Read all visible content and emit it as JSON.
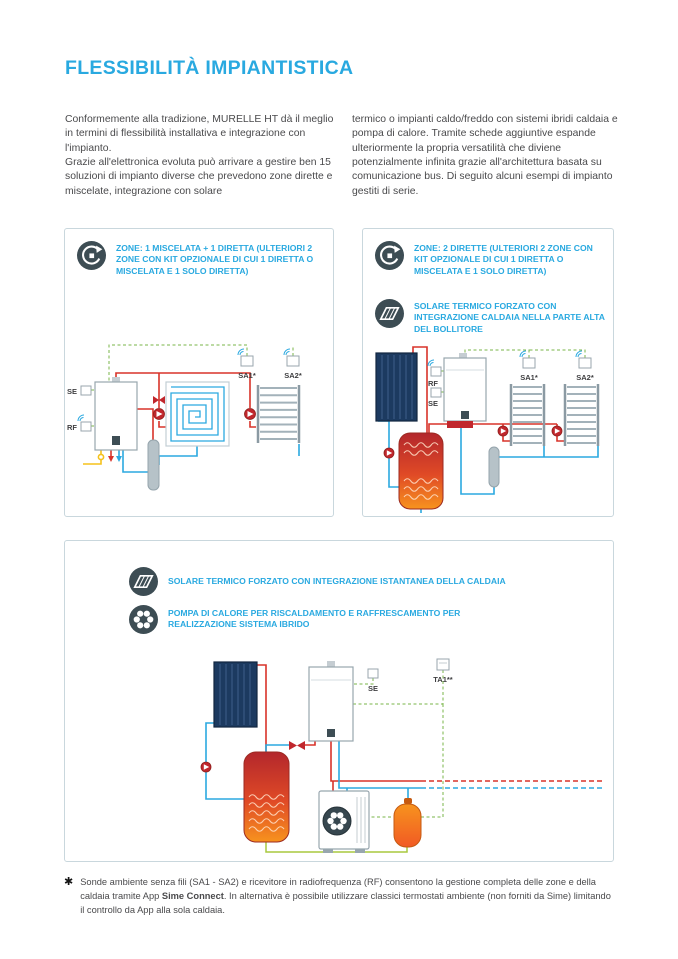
{
  "page": {
    "title": "FLESSIBILITÀ IMPIANTISTICA",
    "intro": {
      "left_p1": "Conformemente alla tradizione, MURELLE HT dà il meglio in termini di flessibilità installativa e integrazione con l'impianto.",
      "left_p2": "Grazie all'elettronica evoluta può arrivare a gestire ben 15 soluzioni di impianto diverse che prevedono zone dirette e miscelate, integrazione con solare",
      "right_p1": "termico o impianti caldo/freddo con sistemi ibridi caldaia e pompa di calore. Tramite schede aggiuntive espande ulteriormente la propria versatilità che diviene potenzialmente infinita grazie all'architettura basata su comunicazione bus. Di seguito alcuni esempi di impianto gestiti di serie."
    }
  },
  "boxes": {
    "box1": {
      "badge1": "ZONE: 1 MISCELATA + 1 DIRETTA (ULTERIORI 2 ZONE CON KIT OPZIONALE DI CUI 1 DIRETTA O MISCELATA E 1 SOLO DIRETTA)",
      "labels": {
        "sa1": "SA1*",
        "sa2": "SA2*",
        "se": "SE",
        "rf": "RF"
      }
    },
    "box2": {
      "badge1": "ZONE: 2 DIRETTE (ULTERIORI 2 ZONE CON KIT OPZIONALE DI CUI 1 DIRETTA O MISCELATA E 1 SOLO DIRETTA)",
      "badge2": "SOLARE TERMICO FORZATO CON INTEGRAZIONE CALDAIA NELLA PARTE ALTA DEL BOLLITORE",
      "labels": {
        "sa1": "SA1*",
        "sa2": "SA2*",
        "rf": "RF",
        "se": "SE"
      }
    },
    "box3": {
      "badge1": "SOLARE TERMICO FORZATO CON INTEGRAZIONE ISTANTANEA DELLA CALDAIA",
      "badge2": "POMPA DI CALORE PER RISCALDAMENTO E RAFFRESCAMENTO PER REALIZZAZIONE SISTEMA IBRIDO",
      "labels": {
        "se": "SE",
        "ta1": "TA1**"
      }
    }
  },
  "footnote": {
    "marker": "✱",
    "text_before": "Sonde ambiente senza fili (SA1 - SA2) e ricevitore in radiofrequenza (RF) consentono la gestione completa delle zone e della caldaia tramite App ",
    "bold": "Sime Connect",
    "text_after": ". In alternativa è possibile utilizzare classici termostati ambiente (non forniti da Sime) limitando il controllo da App alla sola caldaia."
  },
  "colors": {
    "accent": "#29A9E0",
    "badge_bg": "#3D4D54",
    "pipe_hot": "#D8332A",
    "pipe_cold": "#2BA9E0",
    "pipe_bus": "#7AB648",
    "pipe_gas": "#F5C21B",
    "panel_navy": "#1C3A60",
    "box_border": "#C9D7DD"
  }
}
